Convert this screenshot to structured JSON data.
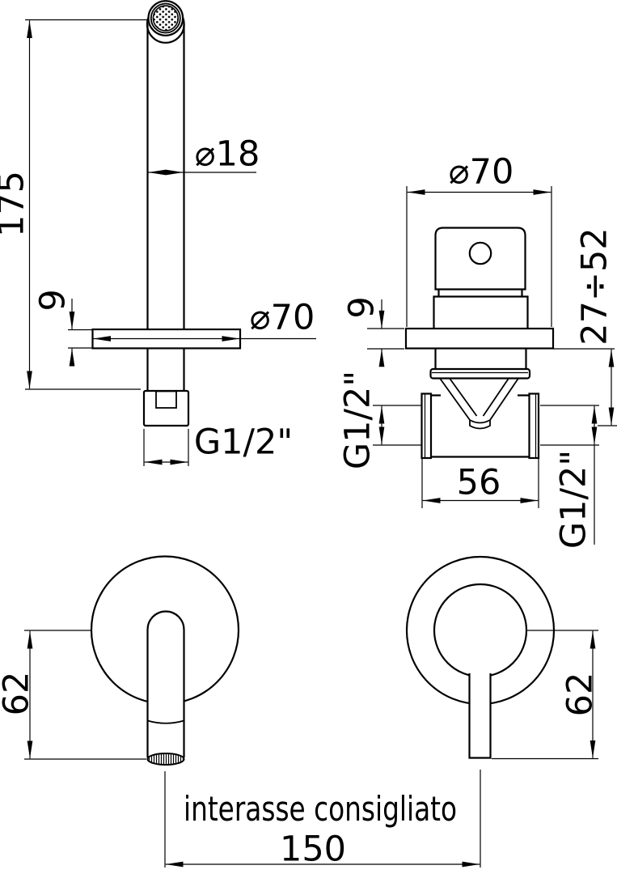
{
  "page": {
    "background": "#ffffff",
    "line_color": "#000000"
  },
  "spout_side": {
    "projection": "175",
    "tube_diameter": "⌀18",
    "flange_diameter": "⌀70",
    "flange_thickness": "9",
    "thread": "G1/2\""
  },
  "mixer_side": {
    "flange_diameter": "⌀70",
    "flange_thickness": "9",
    "mounting_depth_range": "27÷52",
    "body_width": "56",
    "thread_left": "G1/2\"",
    "thread_right": "G1/2\""
  },
  "spout_front": {
    "center_to_outlet": "62"
  },
  "mixer_front": {
    "center_to_lever_end": "62"
  },
  "footer": {
    "note": "interasse consigliato",
    "distance": "150"
  }
}
